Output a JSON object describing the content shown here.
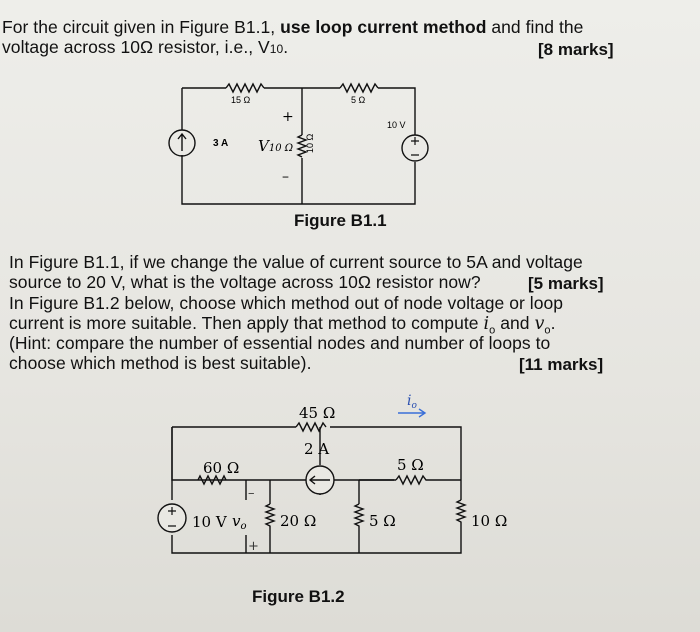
{
  "question1": {
    "line1_pre": "For the circuit given in Figure B1.1, ",
    "line1_bold": "use loop current method",
    "line1_post": " and find the",
    "line2": "voltage across 10Ω resistor, i.e., V",
    "line2_sub": "10",
    "line2_end": ".",
    "marks": "[8 marks]"
  },
  "figure1": {
    "caption": "Figure B1.1",
    "r15": "15 Ω",
    "r5": "5 Ω",
    "r10": "10 Ω",
    "current_source": "3 A",
    "voltage_source": "10 V",
    "v_label": "V",
    "v_sub": "10 Ω",
    "plus": "+",
    "minus": "–"
  },
  "question2": {
    "line1": "In Figure B1.1, if we change the value of current source to 5A and voltage",
    "line2": "source to 20 V, what is the voltage across 10Ω resistor now?",
    "marks": "[5 marks]"
  },
  "question3": {
    "line1": "In Figure B1.2 below, choose which method out of node voltage or loop",
    "line2_pre": "current is more suitable. Then apply that method to compute ",
    "io": "i",
    "io_sub": "o",
    "line2_mid": " and ",
    "vo": "v",
    "vo_sub": "o",
    "line2_end": ".",
    "line3": "(Hint: compare the number of essential nodes and number of loops to",
    "line4": "choose which method is best suitable).",
    "marks": "[11 marks]"
  },
  "figure2": {
    "caption": "Figure B1.2",
    "r45": "45 Ω",
    "current_source": "2 A",
    "r60": "60 Ω",
    "r5_top": "5 Ω",
    "voltage_source": "10 V",
    "vo": "v",
    "vo_sub": "o",
    "r20": "20 Ω",
    "r5_mid": "5 Ω",
    "r10": "10 Ω",
    "io": "i",
    "io_sub": "o",
    "minus": "–",
    "plus": "+"
  }
}
